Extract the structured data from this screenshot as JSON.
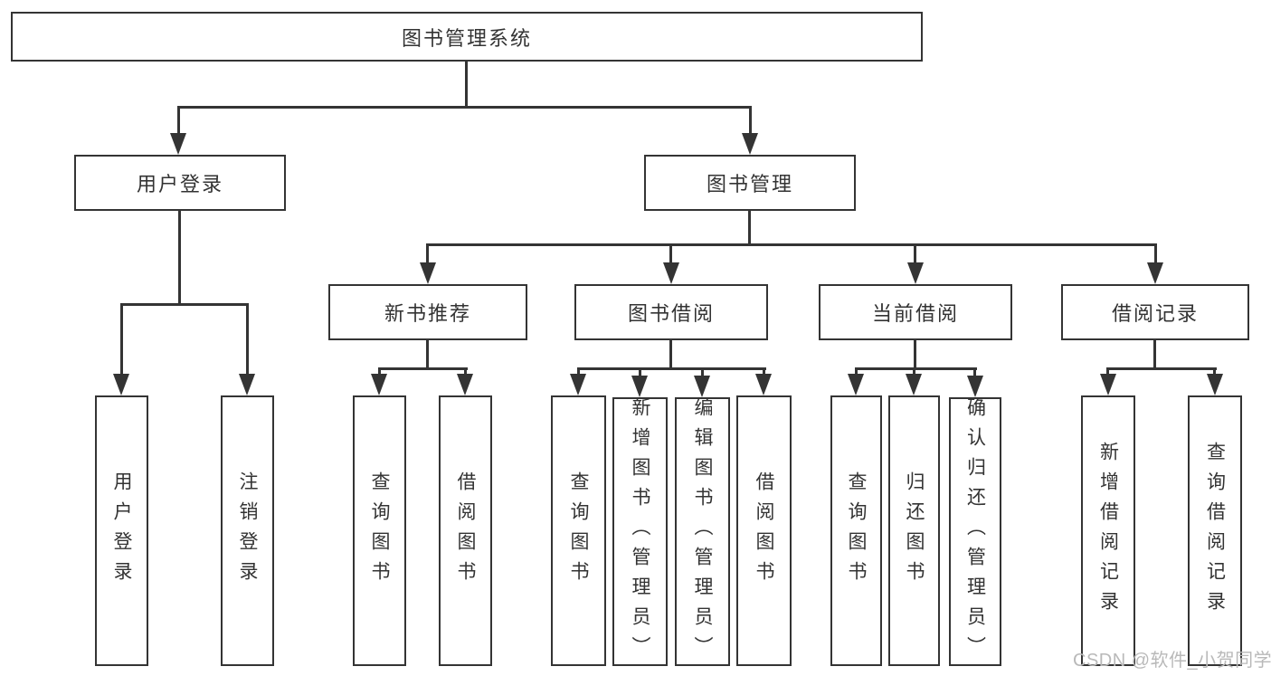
{
  "diagram": {
    "root": {
      "label": "图书管理系统"
    },
    "level2": [
      {
        "label": "用户登录",
        "parent": "图书管理系统"
      },
      {
        "label": "图书管理",
        "parent": "图书管理系统"
      }
    ],
    "level3": [
      {
        "label": "新书推荐",
        "parent": "图书管理"
      },
      {
        "label": "图书借阅",
        "parent": "图书管理"
      },
      {
        "label": "当前借阅",
        "parent": "图书管理"
      },
      {
        "label": "借阅记录",
        "parent": "图书管理"
      }
    ],
    "leaves": [
      {
        "label": "用户登录",
        "parent": "用户登录"
      },
      {
        "label": "注销登录",
        "parent": "用户登录"
      },
      {
        "label": "查询图书",
        "parent": "新书推荐"
      },
      {
        "label": "借阅图书",
        "parent": "新书推荐"
      },
      {
        "label": "查询图书",
        "parent": "图书借阅"
      },
      {
        "label": "新增图书（管理员）",
        "parent": "图书借阅"
      },
      {
        "label": "编辑图书（管理员）",
        "parent": "图书借阅"
      },
      {
        "label": "借阅图书",
        "parent": "图书借阅"
      },
      {
        "label": "查询图书",
        "parent": "当前借阅"
      },
      {
        "label": "归还图书",
        "parent": "当前借阅"
      },
      {
        "label": "确认归还（管理员）",
        "parent": "当前借阅"
      },
      {
        "label": "新增借阅记录",
        "parent": "借阅记录"
      },
      {
        "label": "查询借阅记录",
        "parent": "借阅记录"
      }
    ],
    "watermark": "CSDN @软件_小贺同学",
    "colors": {
      "line": "#343434",
      "text": "#333333",
      "box_background": "#ffffff",
      "page_background": "#ffffff",
      "watermark": "#b9b9b9"
    }
  }
}
